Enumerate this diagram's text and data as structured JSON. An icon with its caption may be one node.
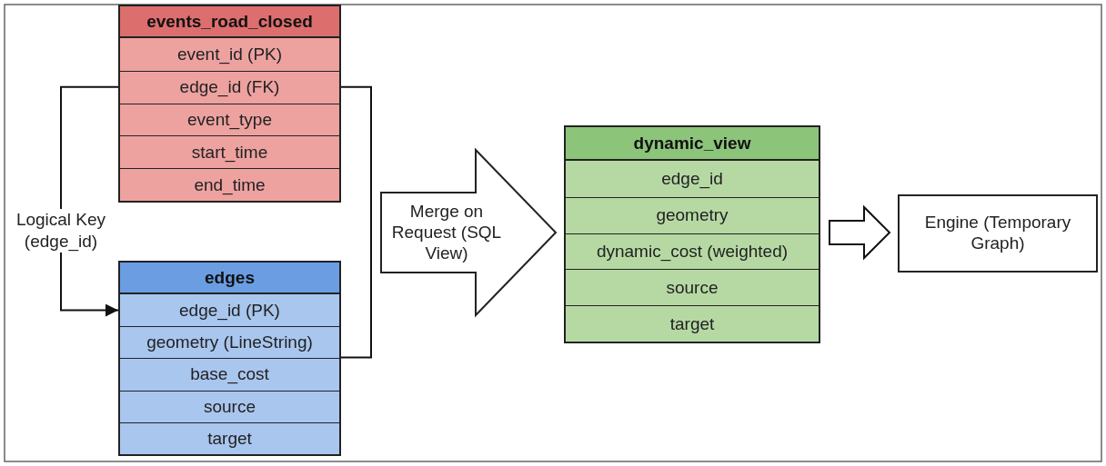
{
  "diagram": {
    "nodes": [
      {
        "text": [
          "events_road_closed"
        ]
      },
      {
        "text": [
          "event_id (PK)"
        ],
        "in": 0
      },
      {
        "text": [
          "edge_id (FK)"
        ],
        "in": 0
      },
      {
        "text": [
          "event_type"
        ],
        "in": 0
      },
      {
        "text": [
          "start_time"
        ],
        "in": 0
      },
      {
        "text": [
          "end_time"
        ],
        "in": 0
      },
      {
        "text": [
          "edges"
        ]
      },
      {
        "text": [
          "edge_id (PK)"
        ],
        "in": 6
      },
      {
        "text": [
          "geometry (LineString)"
        ],
        "in": 6
      },
      {
        "text": [
          "base_cost"
        ],
        "in": 6
      },
      {
        "text": [
          "source"
        ],
        "in": 6
      },
      {
        "text": [
          "target"
        ],
        "in": 6
      },
      {
        "text": [
          "Merge on Request (SQL View)"
        ]
      },
      {
        "text": [
          "dynamic_view"
        ]
      },
      {
        "text": [
          "edge_id"
        ],
        "in": 13
      },
      {
        "text": [
          "geometry"
        ],
        "in": 13
      },
      {
        "text": [
          "dynamic_cost (weighted)"
        ],
        "in": 13
      },
      {
        "text": [
          "source"
        ],
        "in": 13
      },
      {
        "text": [
          "target"
        ],
        "in": 13
      },
      {
        "text": [
          "Engine (Temporary Graph)"
        ]
      }
    ],
    "edges": [
      {
        "from": 2,
        "to": 7,
        "arrow": "to",
        "label": "Logical Key (edge_id)"
      },
      {
        "from": 2,
        "to": 8,
        "arrow": "none"
      },
      {
        "from": 13,
        "to": 19,
        "arrow": "to"
      }
    ]
  }
}
